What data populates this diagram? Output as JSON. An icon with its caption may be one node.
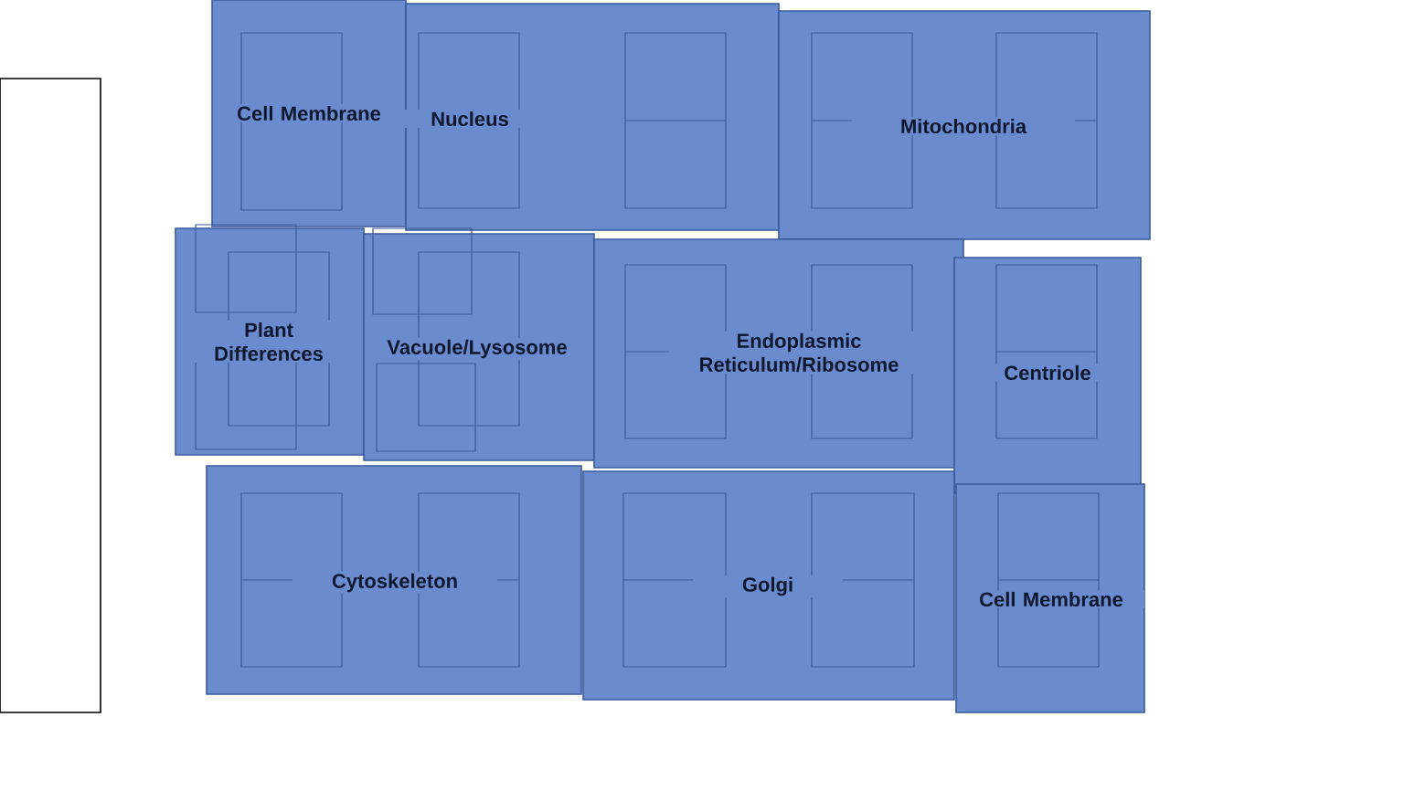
{
  "diagram": {
    "nodes": [
      {
        "text": [],
        "shape": "box"
      },
      {
        "text": [
          "Cell Membrane"
        ]
      },
      {
        "text": [
          "Nucleus"
        ]
      },
      {
        "text": [
          "Mitochondria"
        ]
      },
      {
        "text": [
          "Plant Differences"
        ]
      },
      {
        "text": [
          "Vacuole/Lysosome"
        ]
      },
      {
        "text": [
          "Endoplasmic Reticulum/Ribosome"
        ]
      },
      {
        "text": [
          "Centriole"
        ]
      },
      {
        "text": [
          "Cytoskeleton"
        ]
      },
      {
        "text": [
          "Golgi"
        ]
      },
      {
        "text": [
          "Cell Membrane"
        ]
      }
    ]
  }
}
